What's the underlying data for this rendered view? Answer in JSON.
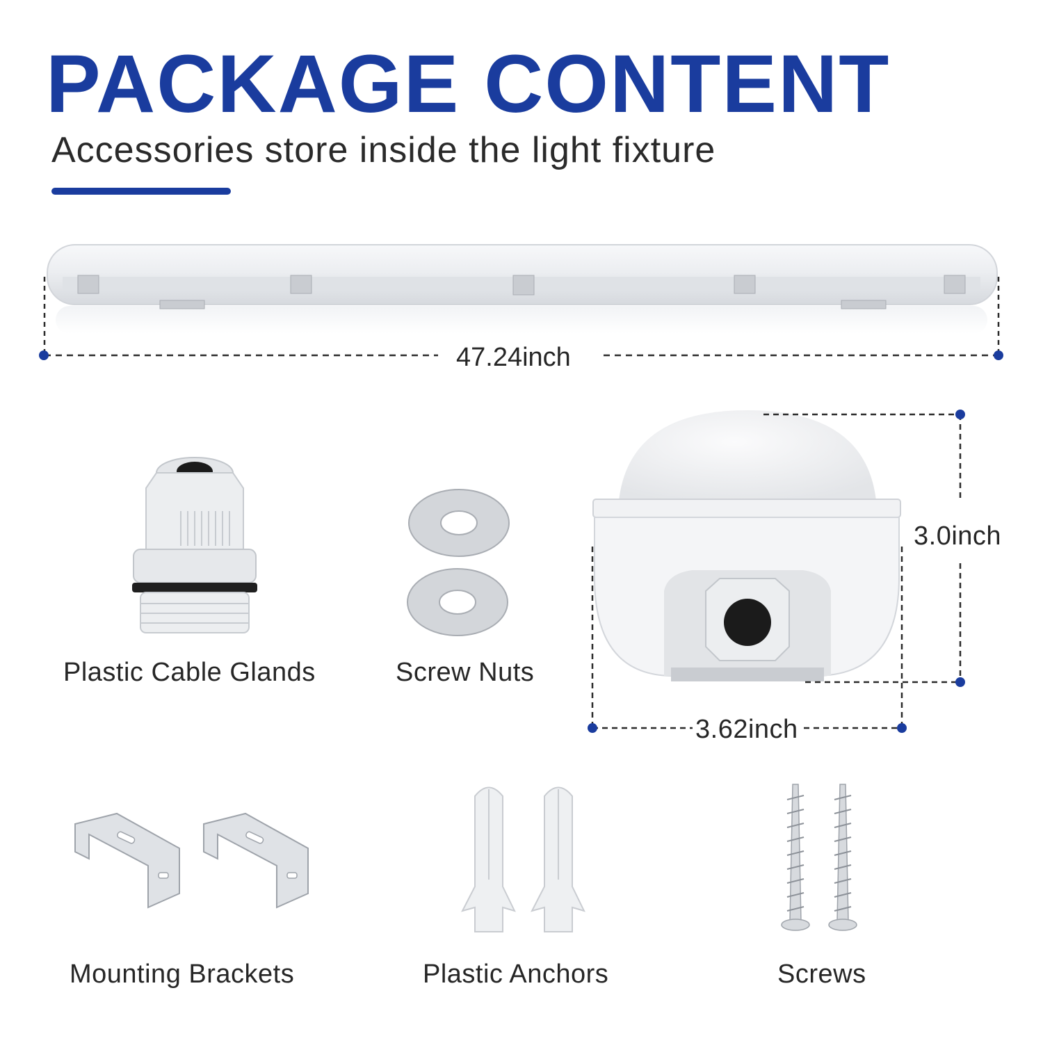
{
  "header": {
    "title": "PACKAGE CONTENT",
    "subtitle": "Accessories store inside the light fixture"
  },
  "colors": {
    "accent": "#1a3c9e",
    "text": "#262626",
    "fixture": "#e9ebee",
    "metal": "#c8ccd2"
  },
  "dimensions": {
    "length": "47.24inch",
    "height": "3.0inch",
    "width": "3.62inch"
  },
  "items": {
    "cable_glands": "Plastic Cable Glands",
    "screw_nuts": "Screw Nuts",
    "mounting_brackets": "Mounting Brackets",
    "plastic_anchors": "Plastic Anchors",
    "screws": "Screws"
  }
}
